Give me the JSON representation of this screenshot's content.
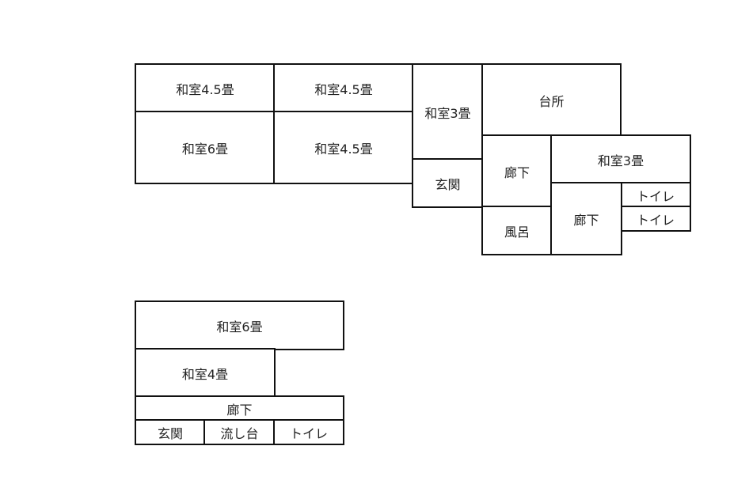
{
  "plan_a": {
    "rooms": {
      "washitsu_45_top_left": "和室4.5畳",
      "washitsu_45_top_mid": "和室4.5畳",
      "washitsu_6": "和室6畳",
      "washitsu_45_bottom_mid": "和室4.5畳",
      "washitsu_3_center": "和室3畳",
      "genkan": "玄関",
      "daidokoro": "台所",
      "rouka_upper": "廊下",
      "washitsu_3_right": "和室3畳",
      "toilet_upper": "トイレ",
      "toilet_lower": "トイレ",
      "furo": "風呂",
      "rouka_lower": "廊下"
    }
  },
  "plan_b": {
    "rooms": {
      "washitsu_6": "和室6畳",
      "washitsu_4": "和室4畳",
      "rouka": "廊下",
      "genkan": "玄関",
      "nagashidai": "流し台",
      "toilet": "トイレ"
    }
  }
}
